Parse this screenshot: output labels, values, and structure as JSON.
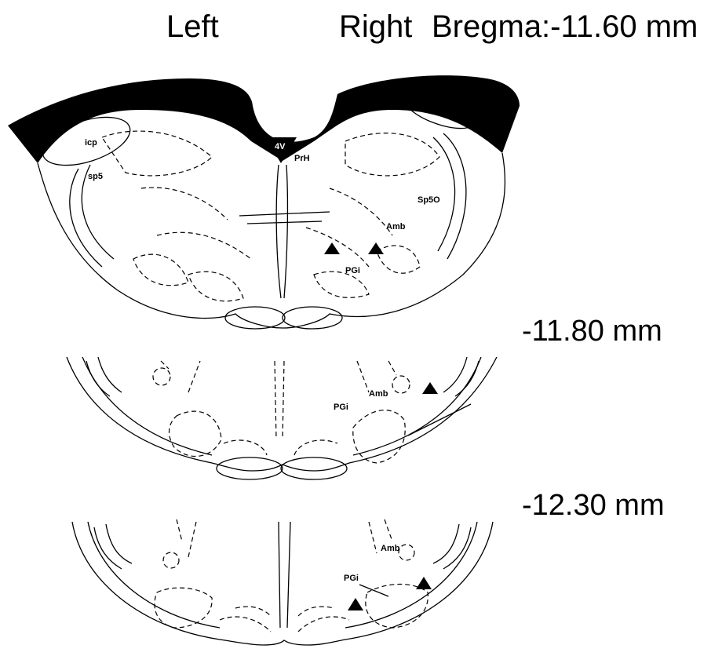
{
  "header": {
    "left_label": "Left",
    "right_label": "Right",
    "bregma_label": "Bregma:-11.60 mm"
  },
  "sections": [
    {
      "level_label": "",
      "labels": {
        "icp": "icp",
        "sp5": "sp5",
        "ventricle": "4V",
        "prh": "PrH",
        "sp5o": "Sp5O",
        "amb": "Amb",
        "pgi": "PGi"
      }
    },
    {
      "level_label": "-11.80 mm",
      "labels": {
        "amb": "Amb",
        "pgi": "PGi"
      }
    },
    {
      "level_label": "-12.30 mm",
      "labels": {
        "amb": "Amb",
        "pgi": "PGi"
      }
    }
  ],
  "marker": {
    "shape": "filled-triangle",
    "color": "#000000"
  }
}
